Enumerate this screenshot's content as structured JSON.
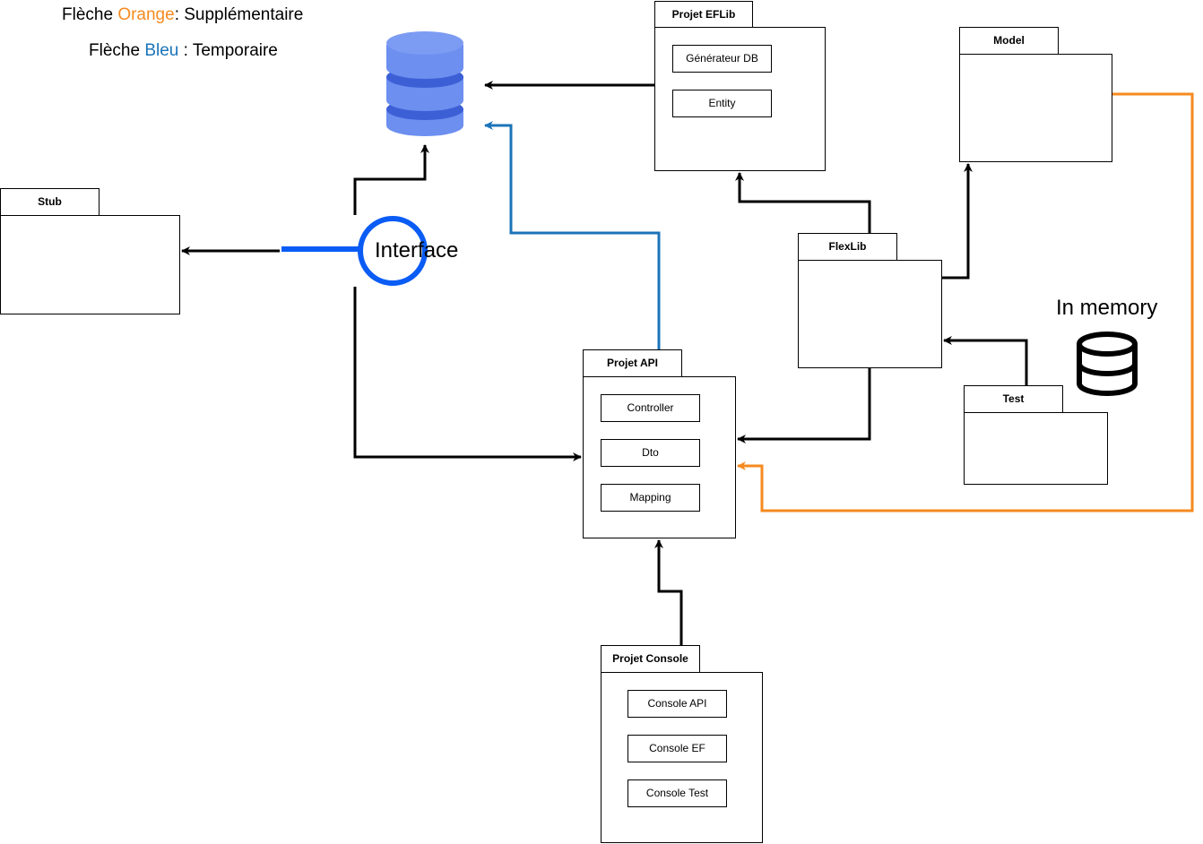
{
  "legend": {
    "line1_prefix": "Flèche ",
    "line1_color_word": "Orange",
    "line1_suffix": ": Supplémentaire",
    "line2_prefix": "Flèche ",
    "line2_color_word": "Bleu",
    "line2_suffix": " : Temporaire"
  },
  "colors": {
    "orange": "#f58a1f",
    "blue": "#1b74b8",
    "interface_blue": "#0a5cf5",
    "db_blue": "#6c8ff0",
    "black": "#000000"
  },
  "icons": {
    "database": "database-icon",
    "in_memory": "storage-icon",
    "interface": "interface-lollipop-icon"
  },
  "interface_label": "Interface",
  "in_memory_label": "In memory",
  "packages": {
    "eflib": {
      "title": "Projet EFLib",
      "items": [
        "Générateur DB",
        "Entity"
      ]
    },
    "model": {
      "title": "Model"
    },
    "stub": {
      "title": "Stub"
    },
    "flexlib": {
      "title": "FlexLib"
    },
    "api": {
      "title": "Projet API",
      "items": [
        "Controller",
        "Dto",
        "Mapping"
      ]
    },
    "test": {
      "title": "Test"
    },
    "console": {
      "title": "Projet Console",
      "items": [
        "Console API",
        "Console EF",
        "Console Test"
      ]
    }
  }
}
